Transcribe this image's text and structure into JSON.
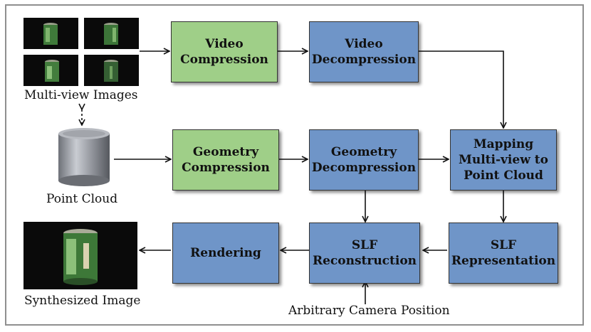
{
  "boxes": {
    "video_compression": "Video\nCompression",
    "video_decompression": "Video\nDecompression",
    "geometry_compression": "Geometry\nCompression",
    "geometry_decompression": "Geometry\nDecompression",
    "mapping": "Mapping\nMulti-view to\nPoint Cloud",
    "slf_representation": "SLF\nRepresentation",
    "slf_reconstruction": "SLF\nReconstruction",
    "rendering": "Rendering"
  },
  "labels": {
    "multiview": "Multi-view Images",
    "point_cloud": "Point Cloud",
    "synthesized": "Synthesized Image",
    "camera": "Arbitrary Camera Position"
  },
  "colors": {
    "compression_box": "#9fcf88",
    "processing_box": "#6f95c8"
  }
}
